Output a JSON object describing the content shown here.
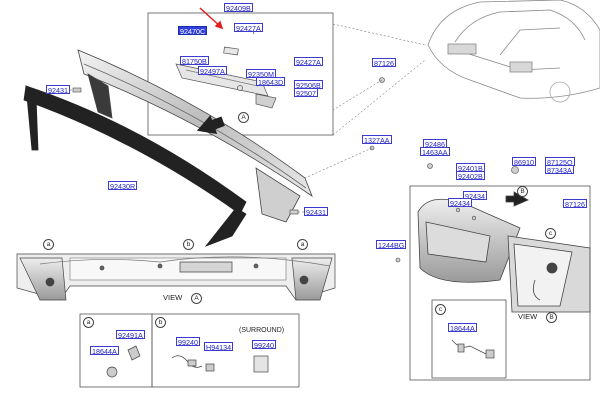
{
  "part_labels": [
    {
      "id": "p92409B",
      "text": "92409B",
      "highlight": false
    },
    {
      "id": "p924x",
      "text": "92470C",
      "highlight": true
    },
    {
      "id": "p92427A_1",
      "text": "92427A",
      "highlight": false
    },
    {
      "id": "p81750B",
      "text": "81750B",
      "highlight": false
    },
    {
      "id": "p92497A",
      "text": "92497A",
      "highlight": false
    },
    {
      "id": "p92427A_2",
      "text": "92427A",
      "highlight": false
    },
    {
      "id": "p92350M",
      "text": "92350M",
      "highlight": false
    },
    {
      "id": "p18643D",
      "text": "18643D",
      "highlight": false
    },
    {
      "id": "p92506B",
      "text": "92506B",
      "highlight": false
    },
    {
      "id": "p92507",
      "text": "92507",
      "highlight": false
    },
    {
      "id": "p87126_a",
      "text": "87126",
      "highlight": false
    },
    {
      "id": "p92431_l",
      "text": "92431",
      "highlight": false
    },
    {
      "id": "p1327AA",
      "text": "1327AA",
      "highlight": false
    },
    {
      "id": "p92430R",
      "text": "92430R",
      "highlight": false
    },
    {
      "id": "p92431_r",
      "text": "92431",
      "highlight": false
    },
    {
      "id": "p92486",
      "text": "92486",
      "highlight": false
    },
    {
      "id": "p1463AA",
      "text": "1463AA",
      "highlight": false
    },
    {
      "id": "p92401B",
      "text": "92401B",
      "highlight": false
    },
    {
      "id": "p92402B",
      "text": "92402B",
      "highlight": false
    },
    {
      "id": "p86910",
      "text": "86910",
      "highlight": false
    },
    {
      "id": "p87125Q",
      "text": "87125Q",
      "highlight": false
    },
    {
      "id": "p87343A",
      "text": "87343A",
      "highlight": false
    },
    {
      "id": "p92434_1",
      "text": "92434",
      "highlight": false
    },
    {
      "id": "p92434_2",
      "text": "92434",
      "highlight": false
    },
    {
      "id": "p87126_b",
      "text": "87126",
      "highlight": false
    },
    {
      "id": "p1244BG",
      "text": "1244BG",
      "highlight": false
    },
    {
      "id": "p92491A",
      "text": "92491A",
      "highlight": false
    },
    {
      "id": "p18644A_1",
      "text": "18644A",
      "highlight": false
    },
    {
      "id": "p99240_1",
      "text": "99240",
      "highlight": false
    },
    {
      "id": "pH94134",
      "text": "H94134",
      "highlight": false
    },
    {
      "id": "p99240_2",
      "text": "99240",
      "highlight": false
    },
    {
      "id": "p18644A_2",
      "text": "18644A",
      "highlight": false
    }
  ],
  "view_labels": {
    "view_a": "VIEW",
    "view_b": "VIEW",
    "surround": "(SURROUND)"
  },
  "callouts": {
    "a": "a",
    "b": "b",
    "c": "c",
    "A": "A",
    "B": "B"
  },
  "colors": {
    "label_border": "#3b3bd0",
    "label_text": "#2323c8",
    "highlight": "#2f3fe0",
    "arrow": "#e02020"
  }
}
